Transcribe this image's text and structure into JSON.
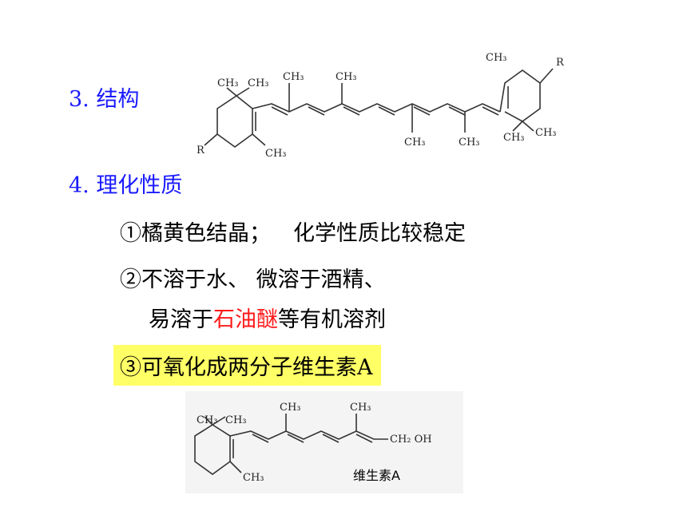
{
  "sections": {
    "structure_heading": "3. 结构",
    "properties_heading": "4. 理化性质"
  },
  "properties": {
    "item1_a": "①橘黄色结晶；",
    "item1_b": "化学性质比较稳定",
    "item2_line1": "②不溶于水、 微溶于酒精、",
    "item2_line2_pre": "易溶于",
    "item2_line2_red": "石油醚",
    "item2_line2_post": "等有机溶剂",
    "item3": "③可氧化成两分子维生素A"
  },
  "beta_carotene": {
    "ch3": "CH₃",
    "r": "R"
  },
  "vitamin_a": {
    "ch3": "CH₃",
    "ch2oh": "CH₂ OH",
    "label": "维生素A"
  },
  "colors": {
    "heading": "#1a1aff",
    "highlight": "#ffff66",
    "emphasis": "#ff1a1a"
  }
}
